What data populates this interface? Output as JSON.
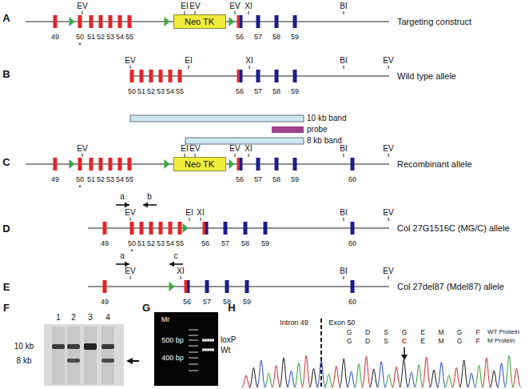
{
  "diagram": {
    "nodes": [
      {
        "text": [
          "Neo TK"
        ]
      },
      {
        "text": [
          "Neo TK"
        ]
      }
    ],
    "labels": [
      "A",
      "EV",
      "EI",
      "EV",
      "EV",
      "XI",
      "BI",
      "49",
      "50",
      "51",
      "52",
      "53",
      "54",
      "55",
      "56",
      "57",
      "58",
      "59",
      "*",
      "Targeting construct",
      "B",
      "EV",
      "EI",
      "XI",
      "BI",
      "EV",
      "50",
      "51",
      "52",
      "53",
      "54",
      "55",
      "56",
      "57",
      "58",
      "59",
      "10 kb band",
      "probe",
      "8 kb band",
      "Wild type allele",
      "C",
      "EV",
      "EI",
      "EV",
      "EV",
      "XI",
      "BI",
      "EV",
      "49",
      "50",
      "51",
      "52",
      "53",
      "54",
      "55",
      "56",
      "57",
      "58",
      "59",
      "60",
      "*",
      "Recombinant allele",
      "D",
      "a",
      "b",
      "EV",
      "EI",
      "XI",
      "BI",
      "EV",
      "49",
      "50",
      "51",
      "52",
      "53",
      "54",
      "55",
      "56",
      "57",
      "58",
      "59",
      "60",
      "*",
      "Col 27G1516C (MG/C) allele",
      "E",
      "a",
      "c",
      "EV",
      "XI",
      "BI",
      "EV",
      "49",
      "56",
      "57",
      "58",
      "59",
      "60",
      "Col 27del87 (Mdel87) allele",
      "F",
      "1",
      "2",
      "3",
      "4",
      "10 kb",
      "8 kb",
      "G",
      "Mr",
      "500 bp",
      "400 bp",
      "loxP",
      "Wt",
      "H",
      "Intron 49",
      "Exon 50",
      "G",
      "D",
      "S",
      "G",
      "E",
      "M",
      "G",
      "F",
      "WT Protein",
      "G",
      "D",
      "S",
      "C",
      "E",
      "M",
      "G",
      "F",
      "M Protein"
    ]
  }
}
